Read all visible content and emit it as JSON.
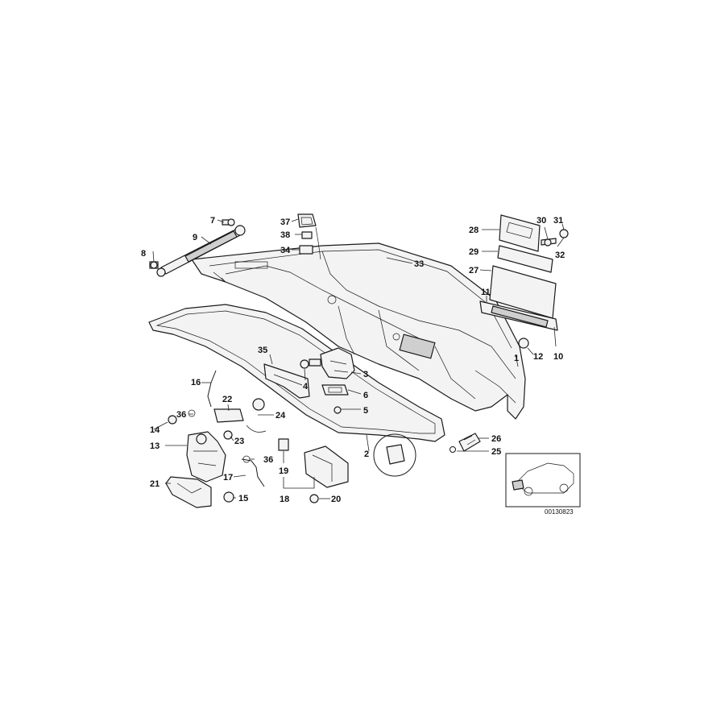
{
  "diagram": {
    "drawing_code": "00130823",
    "callouts": [
      {
        "id": "c1",
        "text": "1"
      },
      {
        "id": "c2",
        "text": "2"
      },
      {
        "id": "c3",
        "text": "3"
      },
      {
        "id": "c4",
        "text": "4"
      },
      {
        "id": "c5",
        "text": "5"
      },
      {
        "id": "c6",
        "text": "6"
      },
      {
        "id": "c7",
        "text": "7"
      },
      {
        "id": "c8",
        "text": "8"
      },
      {
        "id": "c9",
        "text": "9"
      },
      {
        "id": "c10",
        "text": "10"
      },
      {
        "id": "c11",
        "text": "11"
      },
      {
        "id": "c12",
        "text": "12"
      },
      {
        "id": "c13",
        "text": "13"
      },
      {
        "id": "c14",
        "text": "14"
      },
      {
        "id": "c15",
        "text": "15"
      },
      {
        "id": "c16",
        "text": "16"
      },
      {
        "id": "c17",
        "text": "17"
      },
      {
        "id": "c18",
        "text": "18"
      },
      {
        "id": "c19",
        "text": "19"
      },
      {
        "id": "c20",
        "text": "20"
      },
      {
        "id": "c21",
        "text": "21"
      },
      {
        "id": "c22",
        "text": "22"
      },
      {
        "id": "c23",
        "text": "23"
      },
      {
        "id": "c24",
        "text": "24"
      },
      {
        "id": "c25",
        "text": "25"
      },
      {
        "id": "c26",
        "text": "26"
      },
      {
        "id": "c27",
        "text": "27"
      },
      {
        "id": "c28",
        "text": "28"
      },
      {
        "id": "c29",
        "text": "29"
      },
      {
        "id": "c30",
        "text": "30"
      },
      {
        "id": "c31",
        "text": "31"
      },
      {
        "id": "c32",
        "text": "32"
      },
      {
        "id": "c33",
        "text": "33"
      },
      {
        "id": "c34",
        "text": "34"
      },
      {
        "id": "c35",
        "text": "35"
      },
      {
        "id": "c36a",
        "text": "36"
      },
      {
        "id": "c36b",
        "text": "36"
      },
      {
        "id": "c37",
        "text": "37"
      },
      {
        "id": "c38",
        "text": "38"
      }
    ]
  }
}
